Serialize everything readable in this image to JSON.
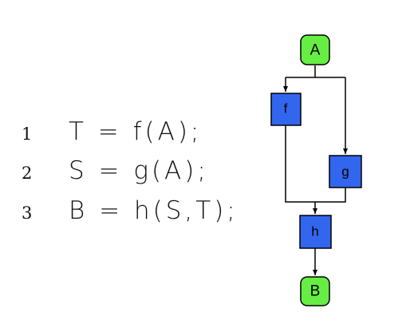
{
  "code": {
    "lines": [
      {
        "num": "1",
        "text": "T = f(A);"
      },
      {
        "num": "2",
        "text": "S = g(A);"
      },
      {
        "num": "3",
        "text": "B = h(S,T);"
      }
    ]
  },
  "graph": {
    "input_node": "A",
    "output_node": "B",
    "nodes": [
      "f",
      "g",
      "h"
    ],
    "colors": {
      "io_fill": "#66ee44",
      "op_fill": "#3366ee",
      "stroke": "#000000"
    }
  }
}
